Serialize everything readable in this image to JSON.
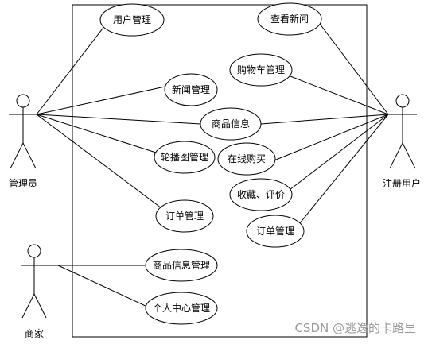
{
  "actors": {
    "admin": "管理员",
    "user": "注册用户",
    "merchant": "商家"
  },
  "use_cases": {
    "user_mgmt": "用户管理",
    "news_mgmt": "新闻管理",
    "product_info": "商品信息",
    "carousel_mgmt": "轮播图管理",
    "admin_order_mgmt": "订单管理",
    "view_news": "查看新闻",
    "cart_mgmt": "购物车管理",
    "online_buy": "在线购买",
    "favorite_review": "收藏、评价",
    "user_order_mgmt": "订单管理",
    "product_info_mgmt": "商品信息管理",
    "personal_center_mgmt": "个人中心管理"
  },
  "watermark": "CSDN @逃逸的卡路里"
}
